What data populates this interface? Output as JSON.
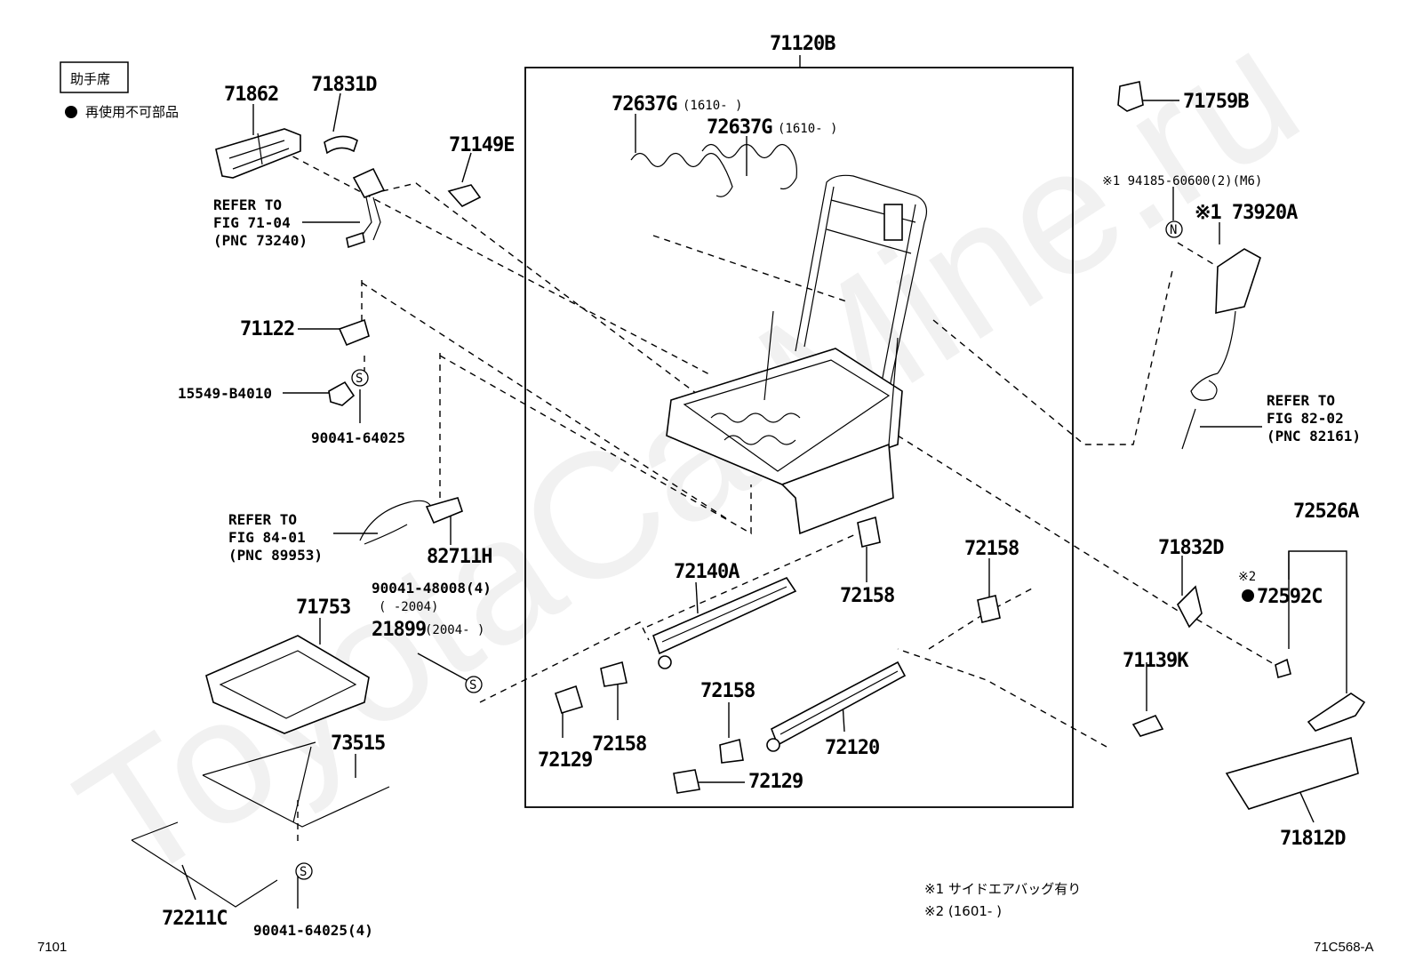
{
  "header": {
    "tag": "助手席",
    "legend": "再使用不可部品"
  },
  "assembly_label": "71120B",
  "labels": {
    "p71862": "71862",
    "p71831D": "71831D",
    "p71149E": "71149E",
    "p72637G_1": "72637G",
    "p72637G_1_note": "(1610-      )",
    "p72637G_2": "72637G",
    "p72637G_2_note": "(1610-      )",
    "p71759B": "71759B",
    "p94185": "※1 94185-60600(2)(M6)",
    "p73920A": "※1 73920A",
    "p71122": "71122",
    "p15549": "15549-B4010",
    "p90041_a": "90041-64025",
    "p82711H": "82711H",
    "p90041_48008": "90041-48008(4)",
    "p90041_48008_note": "(      -2004)",
    "p21899": "21899",
    "p21899_note": "(2004-      )",
    "p71753": "71753",
    "p73515": "73515",
    "p72211C": "72211C",
    "p90041_b": "90041-64025(4)",
    "p72140A": "72140A",
    "p72158_a": "72158",
    "p72158_b": "72158",
    "p72158_c": "72158",
    "p72158_d": "72158",
    "p72129_a": "72129",
    "p72129_b": "72129",
    "p72120": "72120",
    "p71832D": "71832D",
    "p72526A": "72526A",
    "p72592C_mark": "※2",
    "p72592C": "72592C",
    "p71139K": "71139K",
    "p71812D": "71812D"
  },
  "references": {
    "ref1": [
      "REFER TO",
      "FIG 71-04",
      "(PNC 73240)"
    ],
    "ref2": [
      "REFER TO",
      "FIG 84-01",
      "(PNC 89953)"
    ],
    "ref3": [
      "REFER TO",
      "FIG 82-02",
      "(PNC 82161)"
    ]
  },
  "symbols": {
    "s": "S",
    "n": "N"
  },
  "footnotes": {
    "n1": "※1 サイドエアバッグ有り",
    "n2": "※2 (1601-      )"
  },
  "corner_left": "7101",
  "corner_right": "71C568-A",
  "watermark": "ToyotaCarMine.ru"
}
